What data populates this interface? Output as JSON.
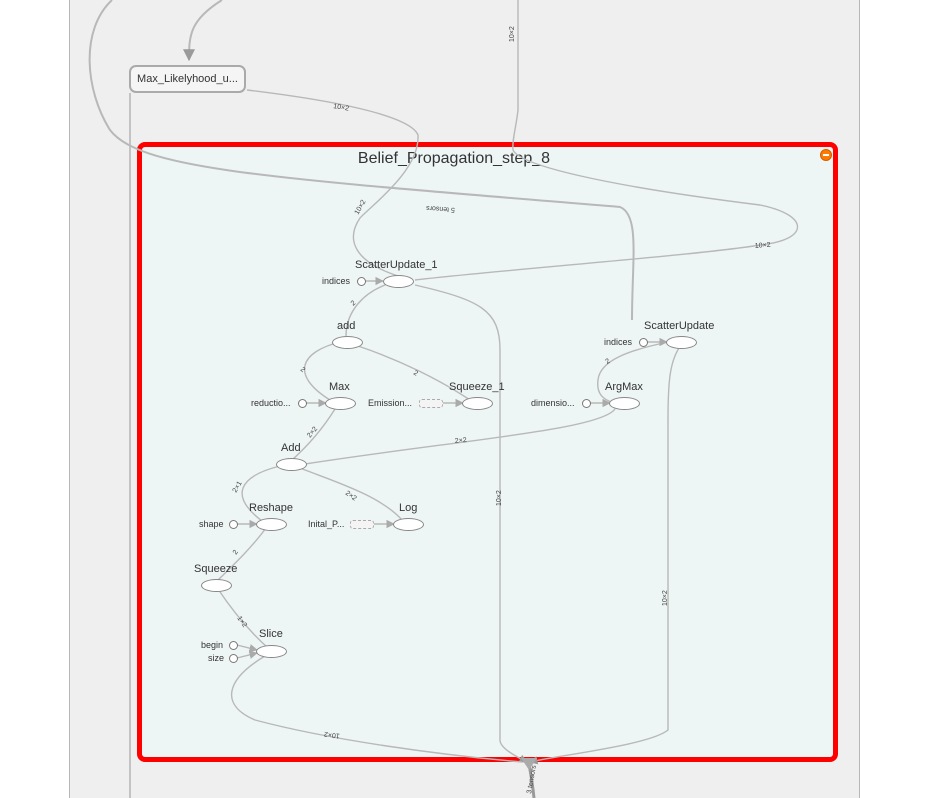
{
  "group": {
    "title": "Belief_Propagation_step_8"
  },
  "outer_node": {
    "label": "Max_Likelyhood_u..."
  },
  "nodes": {
    "scatter_update_1": "ScatterUpdate_1",
    "add": "add",
    "max": "Max",
    "squeeze_1": "Squeeze_1",
    "add_cap": "Add",
    "reshape": "Reshape",
    "log": "Log",
    "squeeze": "Squeeze",
    "slice": "Slice",
    "scatter_update": "ScatterUpdate",
    "argmax": "ArgMax"
  },
  "inputs": {
    "indices_1": "indices",
    "indices_2": "indices",
    "reduction": "reductio...",
    "emission": "Emission...",
    "dimension": "dimensio...",
    "shape": "shape",
    "initial": "Inital_P...",
    "begin": "begin",
    "size": "size"
  },
  "edge_labels": {
    "e_max_sc": "10×2",
    "e_top": "10×2",
    "e_left": "10×2",
    "e_tensors": "5 tensors",
    "e_right_loop": "10×2",
    "e_sc_add": "2",
    "e_add_max": "2",
    "e_add_sq": "2",
    "e_max_add": "2×2",
    "e_argmax_add": "2×2",
    "e_scup_argmax": "2",
    "e_add_reshape": "2×1",
    "e_add_log": "2×2",
    "e_reshape_squeeze": "2",
    "e_squeeze_slice": "1×2",
    "e_sc_down": "10×2",
    "e_scup_down": "10×2",
    "e_slice_down": "10×2",
    "e_bottom": "3 tensors"
  },
  "colors": {
    "group_border": "#ff0000",
    "group_fill": "#eef5f5",
    "edge": "#b8b8b8",
    "collapse": "#ff7a00"
  }
}
